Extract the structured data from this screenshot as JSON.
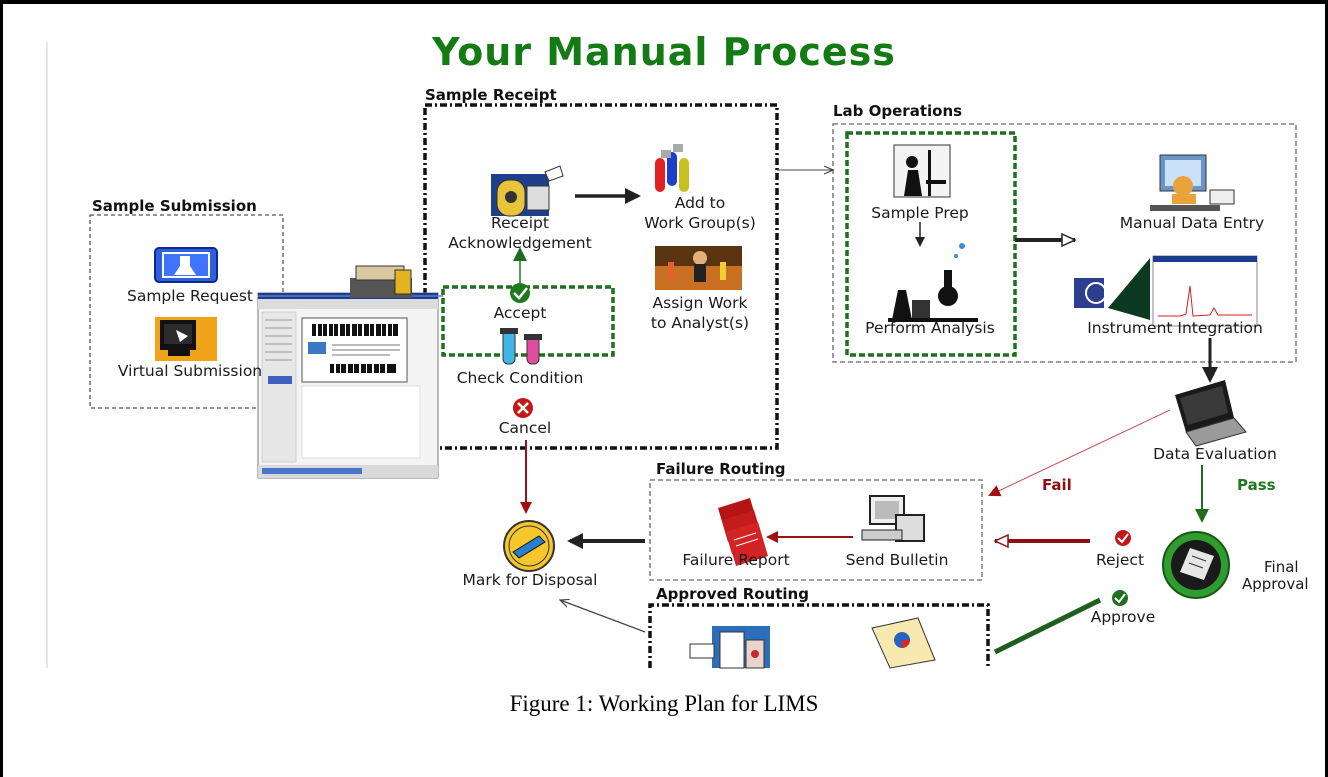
{
  "title": "Your Manual Process",
  "sections": {
    "sample_submission": "Sample Submission",
    "sample_receipt": "Sample Receipt",
    "lab_operations": "Lab Operations",
    "failure_routing": "Failure Routing",
    "approved_routing": "Approved Routing"
  },
  "nodes": {
    "sample_request": "Sample Request",
    "virtual_submission": "Virtual Submission",
    "receipt_ack_1": "Receipt",
    "receipt_ack_2": "Acknowledgement",
    "add_work_group_1": "Add to",
    "add_work_group_2": "Work Group(s)",
    "assign_work_1": "Assign Work",
    "assign_work_2": "to Analyst(s)",
    "accept": "Accept",
    "check_condition": "Check Condition",
    "cancel": "Cancel",
    "sample_prep": "Sample Prep",
    "perform_analysis": "Perform Analysis",
    "manual_data_entry": "Manual Data Entry",
    "instrument_integration": "Instrument Integration",
    "data_evaluation": "Data Evaluation",
    "fail": "Fail",
    "pass": "Pass",
    "failure_report": "Failure Report",
    "send_bulletin": "Send Bulletin",
    "reject": "Reject",
    "approve": "Approve",
    "final_approval_1": "Final",
    "final_approval_2": "Approval",
    "mark_for_disposal": "Mark for Disposal"
  },
  "caption": "Figure 1: Working Plan for LIMS",
  "colors": {
    "title_green": "#137a14",
    "fail_red": "#8b1212",
    "pass_green": "#1e7a1e"
  },
  "icons": [
    "flask-request-icon",
    "monitor-submission-icon",
    "receipt-mailbox-icon",
    "test-tubes-icon",
    "analyst-photo-icon",
    "check-icon",
    "cancel-x-icon",
    "scientist-icon",
    "lab-equipment-icon",
    "computer-user-icon",
    "instrument-chart-icon",
    "laptop-icon",
    "report-stack-icon",
    "bulletin-computer-icon",
    "final-approval-seal-icon",
    "disposal-badge-icon",
    "document-icon",
    "pie-report-icon",
    "barcode-label-icon",
    "printer-icon"
  ]
}
